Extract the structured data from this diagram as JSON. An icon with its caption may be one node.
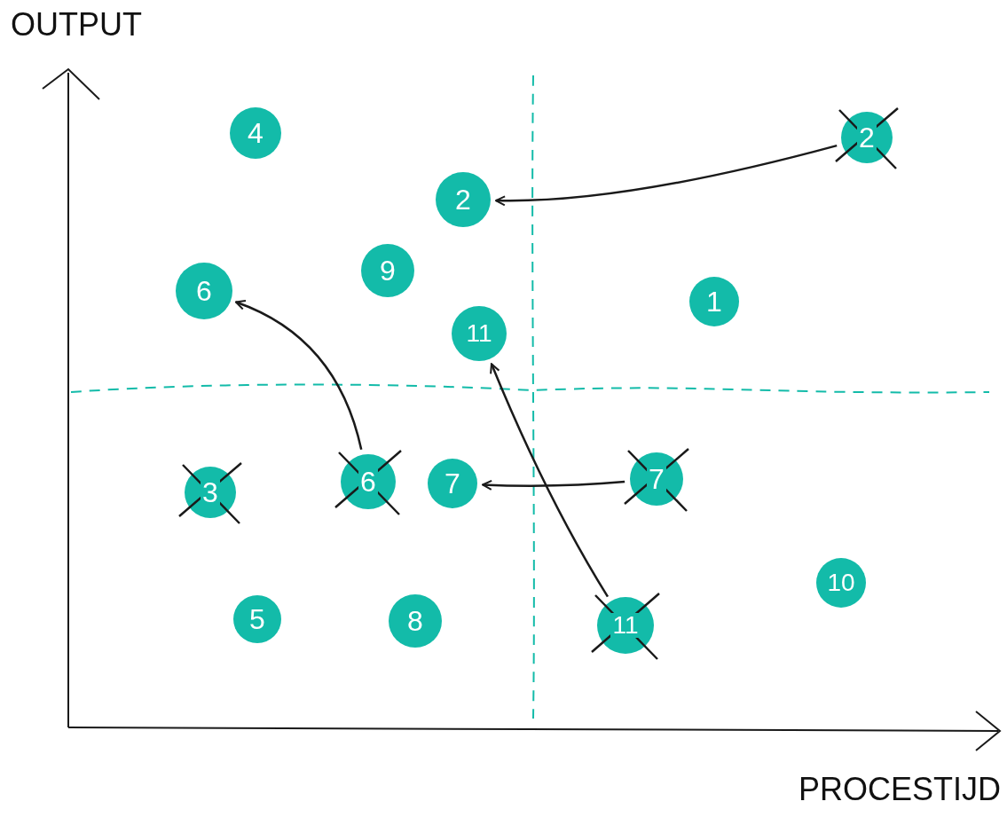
{
  "diagram": {
    "nodes": [
      {
        "text": [
          "4"
        ]
      },
      {
        "text": [
          "2"
        ]
      },
      {
        "text": [
          "2"
        ]
      },
      {
        "text": [
          "9"
        ]
      },
      {
        "text": [
          "6"
        ]
      },
      {
        "text": [
          "1"
        ]
      },
      {
        "text": [
          "11"
        ]
      },
      {
        "text": [
          "3"
        ]
      },
      {
        "text": [
          "6"
        ]
      },
      {
        "text": [
          "7"
        ]
      },
      {
        "text": [
          "7"
        ]
      },
      {
        "text": [
          "10"
        ]
      },
      {
        "text": [
          "5"
        ]
      },
      {
        "text": [
          "8"
        ]
      },
      {
        "text": [
          "11"
        ]
      }
    ],
    "edges": [
      {
        "from": 1,
        "to": 2,
        "arrow": "to"
      },
      {
        "from": 8,
        "to": 4,
        "arrow": "to"
      },
      {
        "from": 10,
        "to": 9,
        "arrow": "to"
      },
      {
        "from": 14,
        "to": 6,
        "arrow": "to"
      }
    ],
    "labels": [
      "OUTPUT",
      "PROCESTIJD"
    ]
  }
}
